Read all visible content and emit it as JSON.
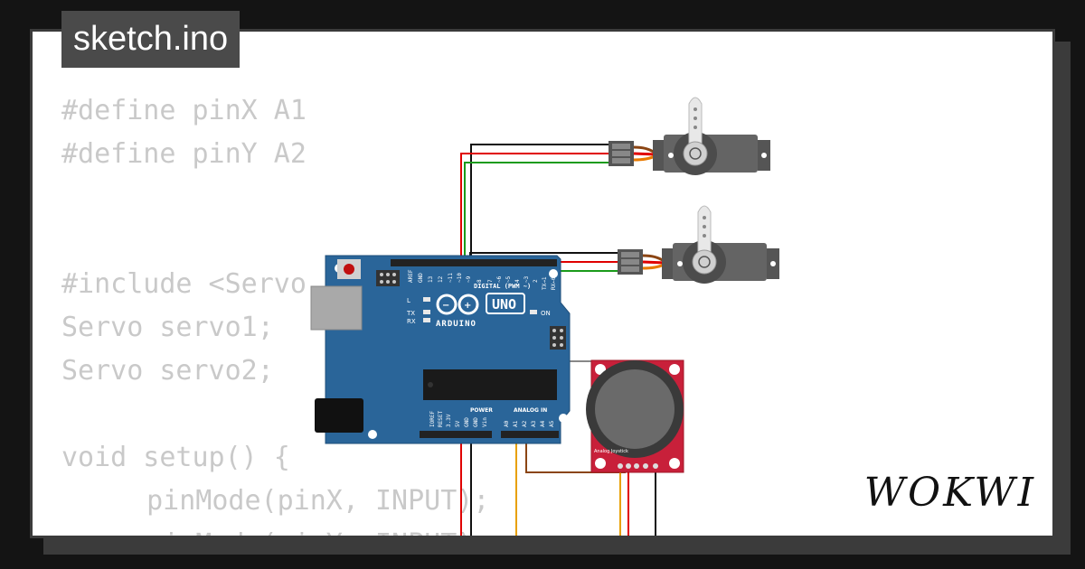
{
  "sketch": {
    "filename": "sketch.ino"
  },
  "code_lines": [
    "#define pinX A1",
    "#define pinY A2",
    "",
    "",
    "#include <Servo.h>",
    "Servo servo1;",
    "Servo servo2;",
    "",
    "void setup() {",
    "  pinMode(pinX, INPUT);",
    "  pinMode(pinY, INPUT);"
  ],
  "board": {
    "name": "ARDUINO",
    "model": "UNO",
    "digital_label": "DIGITAL (PWM ~)",
    "analog_label": "ANALOG IN",
    "power_label": "POWER",
    "on_label": "ON",
    "led_l": "L",
    "led_tx": "TX",
    "led_rx": "RX",
    "digital_pins": [
      "AREF",
      "GND",
      "13",
      "12",
      "~11",
      "~10",
      "~9",
      "8",
      "7",
      "~6",
      "~5",
      "4",
      "~3",
      "2",
      "TX→1",
      "RX←0"
    ],
    "power_pins": [
      "IOREF",
      "RESET",
      "3.3V",
      "5V",
      "GND",
      "GND",
      "Vin"
    ],
    "analog_pins": [
      "A0",
      "A1",
      "A2",
      "A3",
      "A4",
      "A5"
    ]
  },
  "joystick": {
    "label": "Analog Joystick"
  },
  "brand": {
    "logo": "WOKWI"
  },
  "colors": {
    "board": "#2a6599",
    "joystick_pcb": "#c8203a",
    "servo_body": "#646464",
    "wire_black": "#111111",
    "wire_red": "#e00000",
    "wire_green": "#1a9b1a",
    "wire_orange": "#e8a000",
    "wire_brown": "#8b4513",
    "wire_gray": "#888888"
  }
}
